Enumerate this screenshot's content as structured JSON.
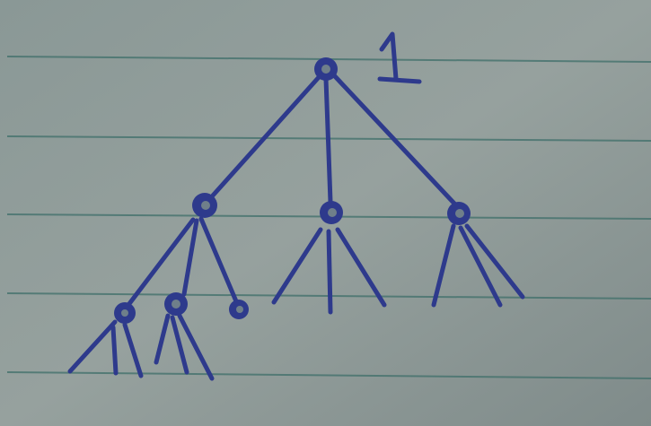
{
  "annotation": {
    "label": "1"
  },
  "colors": {
    "ink": "#2e3a8c",
    "paper": "#8f9a98",
    "ruled_line": "#3f6f6a"
  },
  "tree": {
    "root": {
      "children": [
        "left",
        "middle",
        "right"
      ]
    },
    "left": {
      "children": [
        "ll",
        "lm",
        "lr"
      ]
    },
    "middle": {
      "children": [
        "leaf",
        "leaf",
        "leaf"
      ]
    },
    "right": {
      "children": [
        "leaf",
        "leaf",
        "leaf"
      ]
    },
    "ll": {
      "children": [
        "leaf",
        "leaf",
        "leaf"
      ]
    },
    "lm": {
      "children": [
        "leaf",
        "leaf",
        "leaf"
      ]
    },
    "lr": {
      "children": []
    }
  }
}
